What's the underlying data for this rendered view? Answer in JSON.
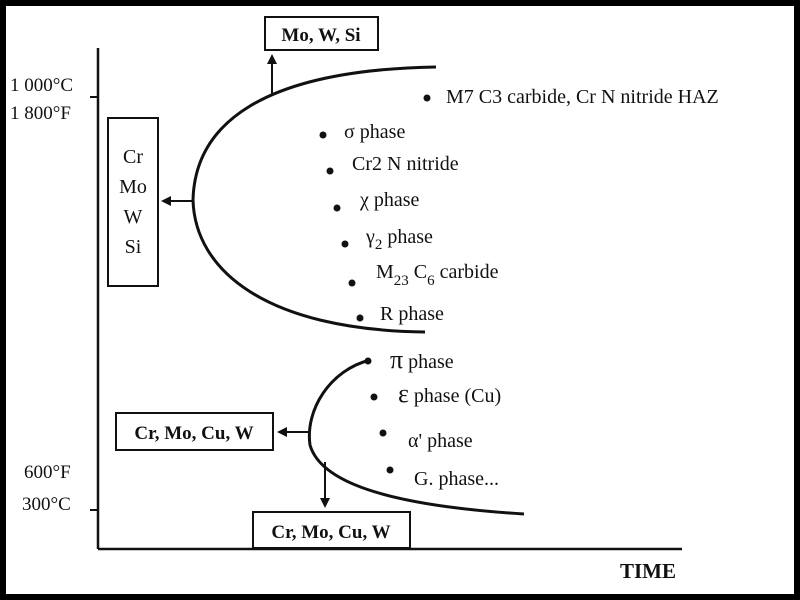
{
  "axes": {
    "y_ticks": [
      {
        "top": "1 000°C",
        "bottom": "1 800°F"
      },
      {
        "top": "600°F",
        "bottom": "300°C"
      }
    ],
    "x_label": "TIME"
  },
  "upper": {
    "top_box": "Mo, W, Si",
    "left_box_lines": [
      "Cr",
      "Mo",
      "W",
      "Si"
    ],
    "phases": [
      {
        "label": "M7 C3 carbide, Cr N nitride HAZ"
      },
      {
        "label": "σ phase"
      },
      {
        "label": "Cr2 N nitride"
      },
      {
        "label": "χ phase"
      },
      {
        "sym": "γ",
        "sub": "2",
        "rest": " phase"
      },
      {
        "m": "M",
        "msub": "23",
        "c": " C",
        "csub": "6",
        "rest": " carbide"
      },
      {
        "label": "R phase"
      }
    ]
  },
  "lower": {
    "left_box": "Cr, Mo, Cu, W",
    "bottom_box": "Cr, Mo, Cu, W",
    "phases": [
      {
        "sym": "π",
        "rest": "  phase"
      },
      {
        "sym": "ε",
        "rest": "  phase (Cu)"
      },
      {
        "sym": "α'",
        "rest": " phase"
      },
      {
        "label": "G. phase..."
      }
    ]
  }
}
